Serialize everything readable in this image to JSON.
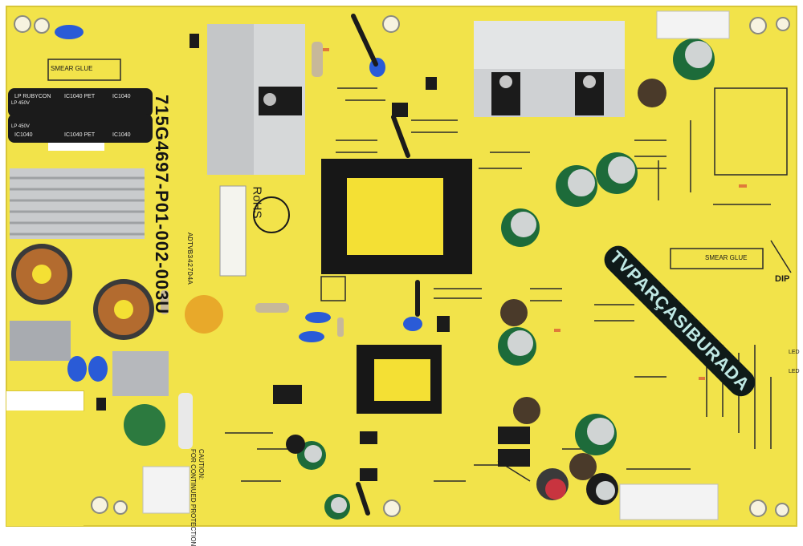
{
  "board": {
    "pcb_code": "715G4697-P01-002-003U",
    "rohs": "RoHS",
    "serial": "ADTVB3427D4A",
    "smear_glue_left": "SMEAR GLUE",
    "smear_glue_right": "SMEAR GLUE",
    "dip": "DIP",
    "caution_line1": "CAUTION:",
    "caution_line2": "FOR CONTINUED PROTECTION",
    "led_a": "LED",
    "led_b": "LED",
    "cap_marking": "LP 450V"
  },
  "watermark": "TVPARÇASIBURADA",
  "colors": {
    "pcb": "#f2e34a",
    "pcb_edge": "#e8d63a",
    "silkscreen": "#1a1a1a",
    "heatsink": "#d9dbdc",
    "transformer": "#171717",
    "cap_green": "#1d6b3a",
    "cap_black": "#1b1b1b",
    "cap_blue": "#2a5bd7",
    "watermark_bg": "#0f1a19",
    "watermark_text": "#bfe8e4"
  }
}
